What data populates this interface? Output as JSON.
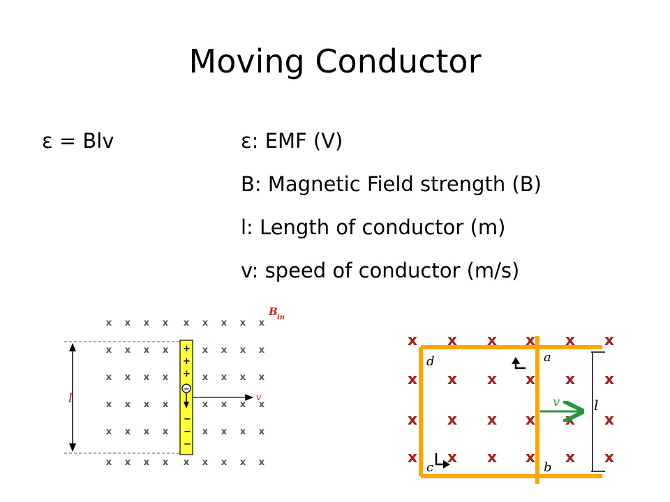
{
  "title": "Moving Conductor",
  "formula": "ε = Blv",
  "definitions": [
    "ε: EMF (V)",
    "B: Magnetic Field strength (B)",
    "l: Length of conductor (m)",
    "v: speed of conductor (m/s)"
  ],
  "left_figure": {
    "field_label_main": "B",
    "field_label_sub": "in",
    "length_label": "l",
    "velocity_label": "v",
    "field_mark": "x",
    "charge_top": "+",
    "charge_bottom": "−",
    "electron": "−",
    "colors": {
      "rod": "#ffff33",
      "rod_border": "#333333",
      "label": "#cc2222"
    }
  },
  "right_figure": {
    "corner_a": "a",
    "corner_b": "b",
    "corner_c": "c",
    "corner_d": "d",
    "velocity_label": "v",
    "length_label": "l",
    "field_mark": "x",
    "colors": {
      "loop": "#ffa500",
      "field_mark": "#a8201a",
      "velocity": "#27963c"
    }
  }
}
